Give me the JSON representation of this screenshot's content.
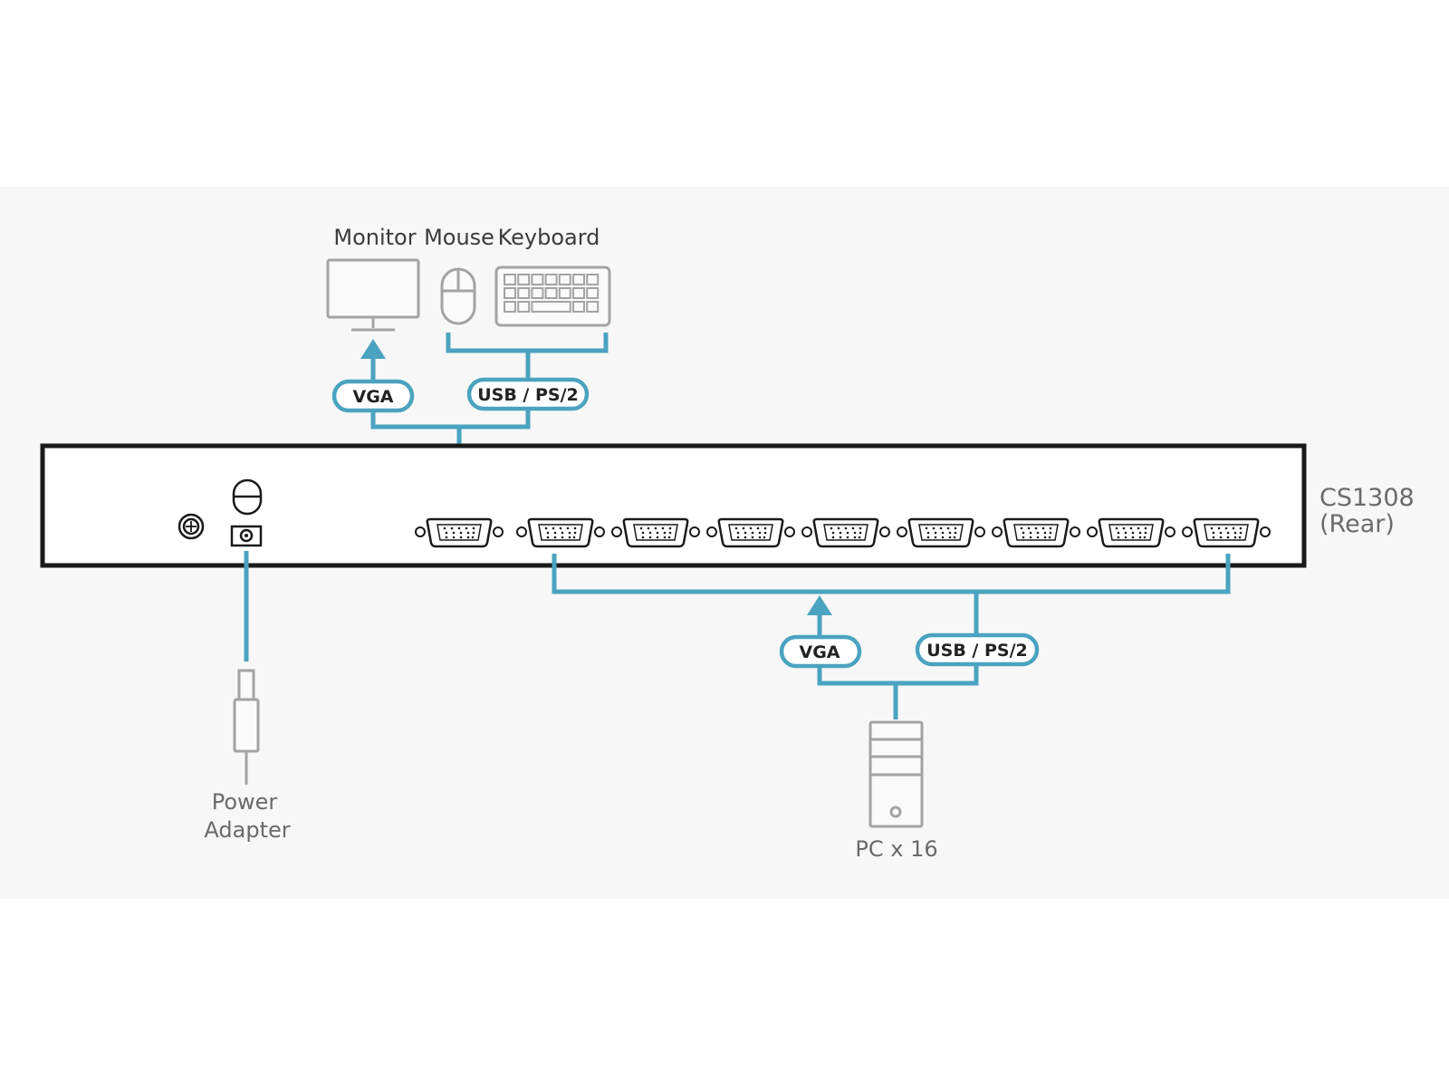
{
  "colors": {
    "background": "#ffffff",
    "band": "#f7f7f7",
    "cable": "#4aa3c0",
    "device_outline": "#a3a3a3",
    "unit_outline": "#1a1a1a",
    "text": "#3b3b3b"
  },
  "console": {
    "labels": {
      "monitor": "Monitor",
      "mouse": "Mouse",
      "keyboard": "Keyboard"
    },
    "cables": {
      "vga": "VGA",
      "usb_ps2": "USB / PS/2"
    },
    "icons": [
      "monitor-icon",
      "mouse-icon",
      "keyboard-icon"
    ]
  },
  "unit": {
    "model": "CS1308",
    "view": "(Rear)",
    "ports": {
      "console_port_count": 1,
      "pc_port_count": 8
    },
    "icons": [
      "ground-screw-icon",
      "power-switch-icon",
      "power-jack-icon",
      "vga-port-icon"
    ]
  },
  "power": {
    "label_line1": "Power",
    "label_line2": "Adapter",
    "icons": [
      "power-adapter-plug-icon"
    ]
  },
  "pc": {
    "label": "PC x 16",
    "cables": {
      "vga": "VGA",
      "usb_ps2": "USB / PS/2"
    },
    "icons": [
      "pc-tower-icon"
    ]
  }
}
